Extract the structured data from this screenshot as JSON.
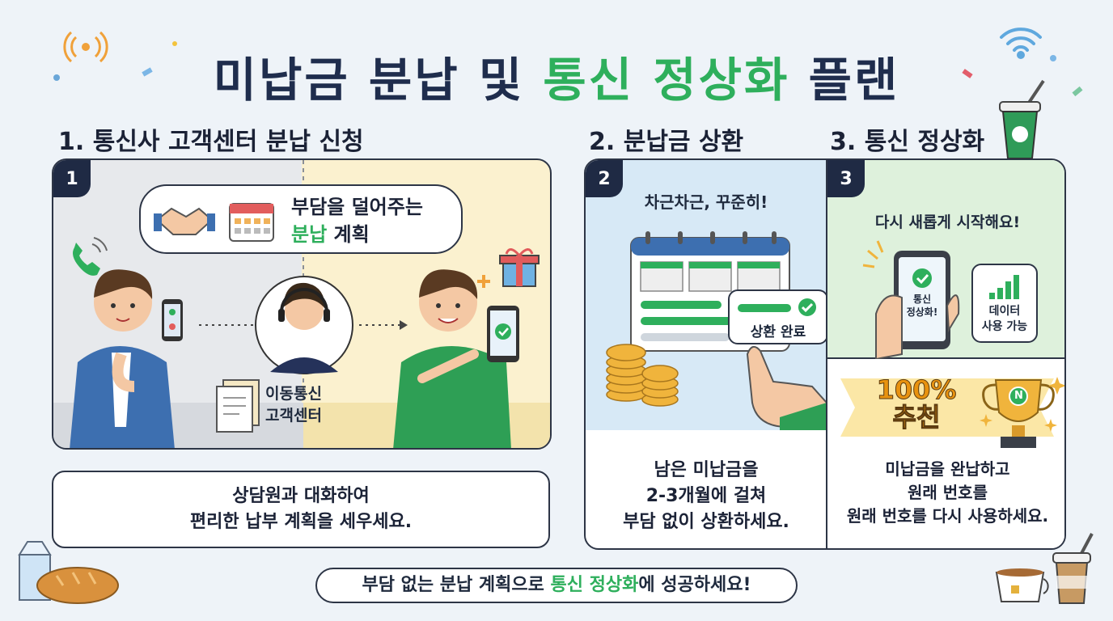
{
  "title": {
    "part1": "미납금 분납 및 ",
    "highlight": "통신 정상화",
    "part2": " 플랜"
  },
  "steps": [
    {
      "heading": "1. 통신사 고객센터 분납 신청",
      "number": "1",
      "bubble_line1": "부담을 덜어주는",
      "bubble_highlight": "분납",
      "bubble_rest": " 계획",
      "center_label_line1": "이동통신",
      "center_label_line2": "고객센터",
      "description_line1": "상담원과 대화하여",
      "description_line2": "편리한 납부 계획을 세우세요."
    },
    {
      "heading": "2. 분납금 상환",
      "number": "2",
      "tagline": "차근차근, 꾸준히!",
      "popup_label": "상환 완료",
      "description_line1": "남은 미납금을",
      "description_line2": "2-3개월에 걸쳐",
      "description_line3": "부담 없이 상환하세요."
    },
    {
      "heading": "3. 통신 정상화",
      "number": "3",
      "tagline": "다시 새롭게 시작해요!",
      "phone_screen_line1": "통신",
      "phone_screen_line2": "정상화!",
      "data_label_line1": "데이터",
      "data_label_line2": "사용 가능",
      "badge_line1": "100%",
      "badge_line2": "추천",
      "trophy_letter": "N",
      "description_line1": "미납금을 완납하고",
      "description_line2": "원래 번호를",
      "description_line3": "원래 번호를 다시 사용하세요."
    }
  ],
  "footer": {
    "part1": "부담 없는 분납 계획으로 ",
    "highlight": "통신 정상화",
    "part2": "에 성공하세요!"
  },
  "colors": {
    "accent_green": "#2eaf5c",
    "navy": "#1f2a44",
    "panel1_left_bg": "#e7e9ec",
    "panel1_right_bg": "#fbf1cf",
    "panel2_bg": "#d7e9f6",
    "panel3_bg": "#def1dc"
  }
}
